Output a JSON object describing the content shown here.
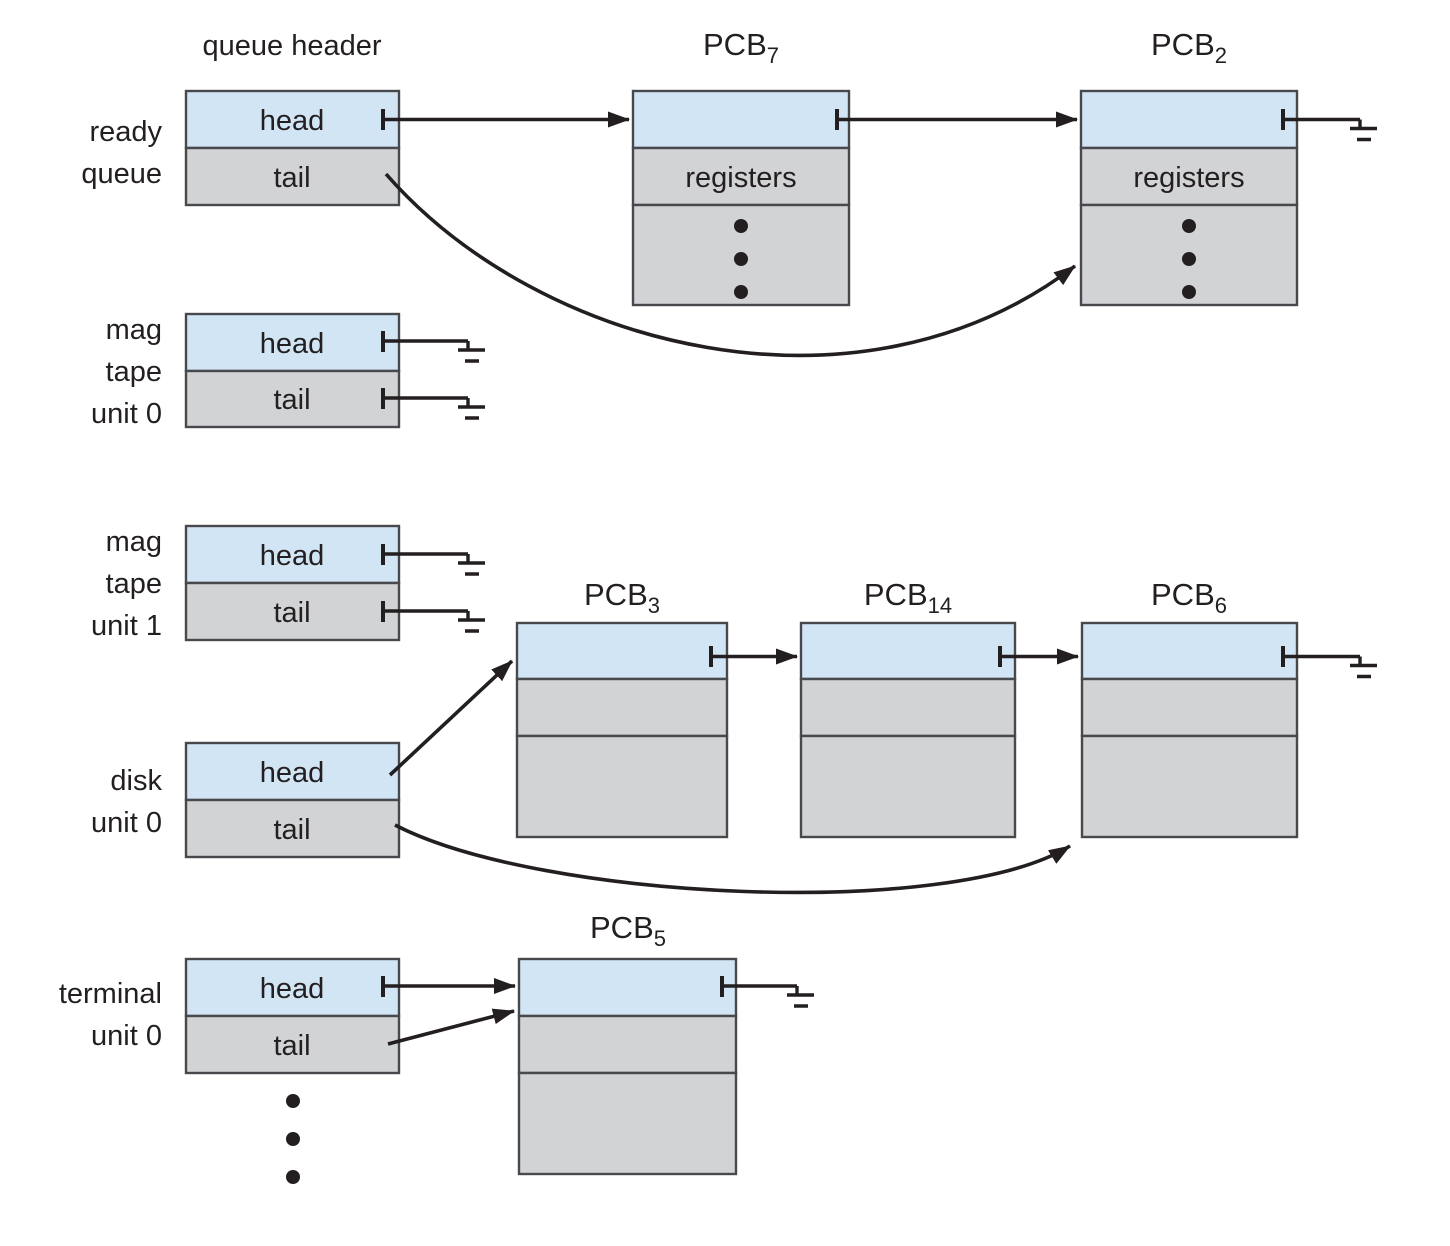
{
  "title": "queue header",
  "colors": {
    "cell_blue": "#d2e5f4",
    "cell_gray": "#d2d3d5",
    "border": "#47494c",
    "line": "#231f20",
    "background": "#ffffff"
  },
  "queues": [
    {
      "name": "ready queue",
      "label_lines": [
        "ready",
        "queue"
      ],
      "head": "head",
      "tail": "tail"
    },
    {
      "name": "mag tape unit 0",
      "label_lines": [
        "mag",
        "tape",
        "unit 0"
      ],
      "head": "head",
      "tail": "tail"
    },
    {
      "name": "mag tape unit 1",
      "label_lines": [
        "mag",
        "tape",
        "unit 1"
      ],
      "head": "head",
      "tail": "tail"
    },
    {
      "name": "disk unit 0",
      "label_lines": [
        "disk",
        "unit 0"
      ],
      "head": "head",
      "tail": "tail"
    },
    {
      "name": "terminal unit 0",
      "label_lines": [
        "terminal",
        "unit 0"
      ],
      "head": "head",
      "tail": "tail"
    }
  ],
  "pcbs": [
    {
      "base": "PCB",
      "sub": "7",
      "registers": "registers"
    },
    {
      "base": "PCB",
      "sub": "2",
      "registers": "registers"
    },
    {
      "base": "PCB",
      "sub": "3"
    },
    {
      "base": "PCB",
      "sub": "14"
    },
    {
      "base": "PCB",
      "sub": "6"
    },
    {
      "base": "PCB",
      "sub": "5"
    }
  ]
}
